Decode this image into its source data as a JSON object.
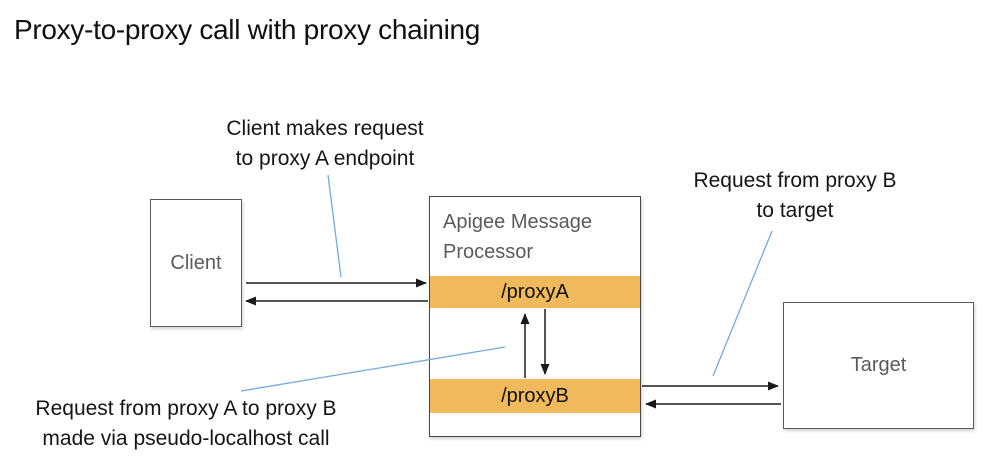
{
  "title": "Proxy-to-proxy call with proxy chaining",
  "callouts": {
    "client_request": "Client makes request\nto proxy A endpoint",
    "proxy_b_to_target": "Request from proxy B\nto target",
    "proxy_a_to_proxy_b": "Request from proxy A to proxy B\nmade via pseudo-localhost call"
  },
  "nodes": {
    "client": {
      "label": "Client"
    },
    "message_processor": {
      "label": "Apigee Message Processor",
      "endpoints": [
        {
          "label": "/proxyA"
        },
        {
          "label": "/proxyB"
        }
      ]
    },
    "target": {
      "label": "Target"
    }
  },
  "colors": {
    "endpoint_bar": "#F0B95B",
    "callout_line": "#74ABDE",
    "arrow": "#1A1A1A"
  }
}
